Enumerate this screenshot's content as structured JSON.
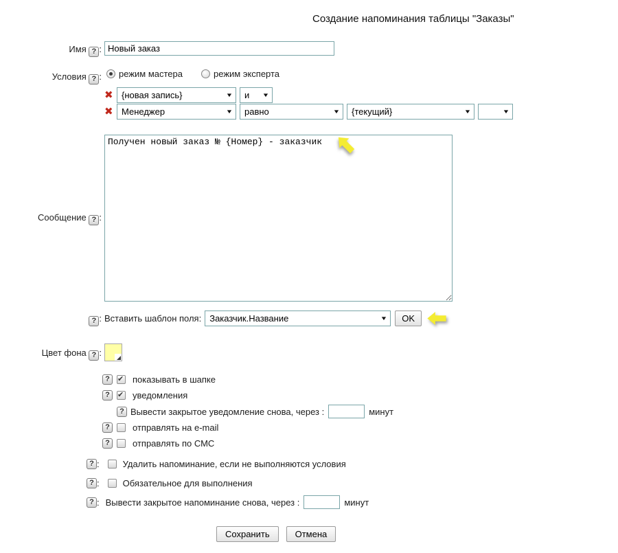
{
  "title": "Создание напоминания таблицы \"Заказы\"",
  "colon": ":",
  "help_icon": "?",
  "delete_icon": "✖",
  "dropdown_arrow": "▼",
  "check_icon": "✔",
  "name": {
    "label": "Имя",
    "value": "Новый заказ"
  },
  "conditions": {
    "label": "Условия",
    "mode_master": {
      "label": "режим мастера",
      "selected": true
    },
    "mode_expert": {
      "label": "режим эксперта",
      "selected": false
    },
    "row1": {
      "field": "{новая запись}",
      "logic": "и"
    },
    "row2": {
      "field": "Менеджер",
      "operator": "равно",
      "value": "{текущий}",
      "extra": ""
    }
  },
  "message": {
    "label": "Сообщение",
    "value": "Получен новый заказ № {Номер} - заказчик"
  },
  "insert_template": {
    "label": "Вставить шаблон поля:",
    "selected_option": "Заказчик.Название",
    "ok_label": "OK"
  },
  "background_color": {
    "label": "Цвет фона",
    "value": "#ffffa6",
    "swatch_style": "background:#ffffa6"
  },
  "options": {
    "show_in_header": {
      "label": "показывать в шапке",
      "checked": true
    },
    "notifications": {
      "label": "уведомления",
      "checked": true
    },
    "reopen_notification": {
      "label": "Вывести закрытое уведомление снова, через :",
      "suffix": "минут",
      "value": ""
    },
    "send_email": {
      "label": "отправлять на e-mail",
      "checked": false
    },
    "send_sms": {
      "label": "отправлять по СМС",
      "checked": false
    },
    "delete_if_not_met": {
      "label": "Удалить напоминание, если не выполняются условия",
      "checked": false
    },
    "mandatory": {
      "label": "Обязательное для выполнения",
      "checked": false
    },
    "reopen_reminder": {
      "label": "Вывести закрытое напоминание снова, через :",
      "suffix": "минут",
      "value": ""
    }
  },
  "buttons": {
    "save": "Сохранить",
    "cancel": "Отмена"
  },
  "colors": {
    "input_border": "#7aa5a8",
    "arrow_fill": "#f4ec32",
    "arrow_stroke": "#cfc618",
    "delete_x": "#c0281c",
    "swatch": "#ffffa6"
  }
}
